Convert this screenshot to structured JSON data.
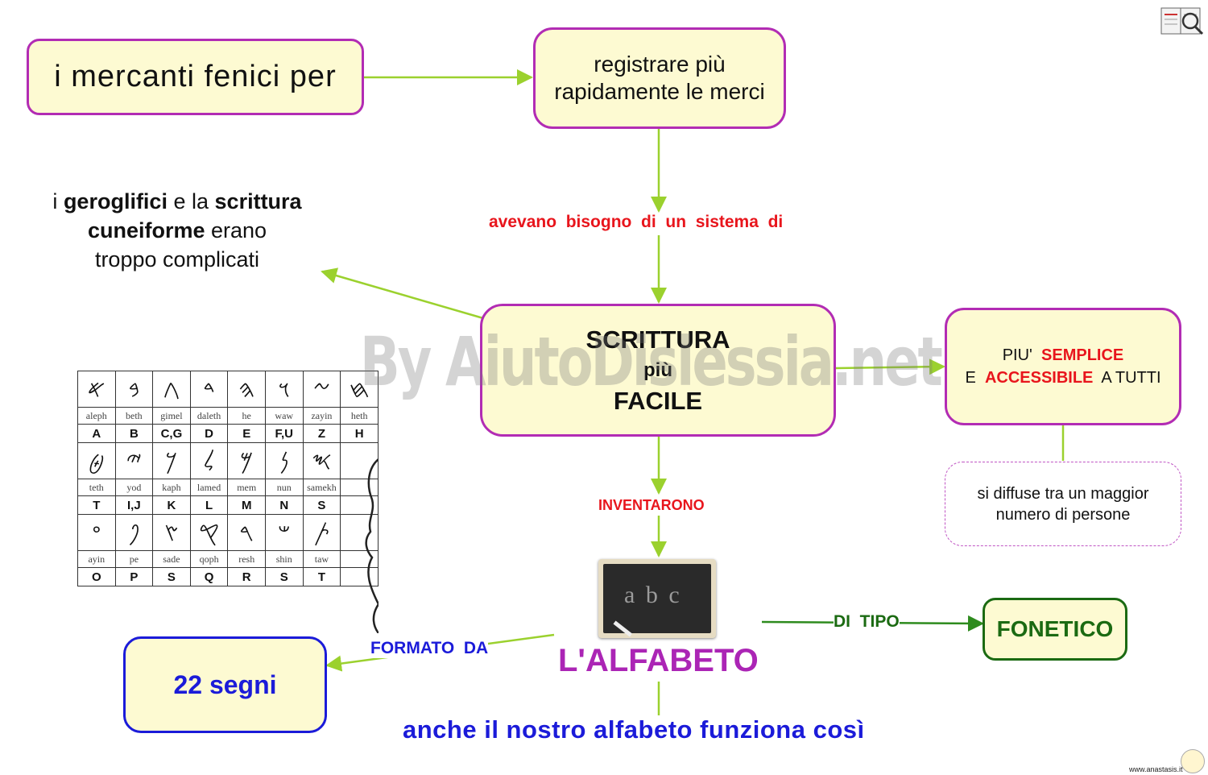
{
  "top_icon": "book-magnifier-icon",
  "nodes": {
    "merchants": "i mercanti fenici per",
    "register_1": "registrare più",
    "register_2": "rapidamente le merci",
    "writing_1": "SCRITTURA",
    "writing_2": "più",
    "writing_3": "FACILE",
    "simpler_prefix_1": "PIU'",
    "simpler_red_1": "SEMPLICE",
    "simpler_prefix_2": "E",
    "simpler_red_2": "ACCESSIBILE",
    "simpler_suffix_2": "A TUTTI",
    "spread_1": "si diffuse tra un maggior",
    "spread_2": "numero di persone",
    "alphabet": "L'ALFABETO",
    "signs": "22 segni",
    "phonetic": "FONETICO",
    "blackboard_text": "a b c",
    "bottom_note": "anche il nostro alfabeto funziona così"
  },
  "hieroglyphs": {
    "prefix": "i",
    "bold_1": "geroglifici",
    "mid_1": "e la",
    "bold_2": "scrittura",
    "bold_3": "cuneiforme",
    "mid_2": "erano",
    "line_3": "troppo complicati"
  },
  "edge_labels": {
    "needed": "avevano  bisogno  di  un  sistema  di",
    "invented": "INVENTARONO",
    "formed_by": "FORMATO  DA",
    "of_type": "DI  TIPO"
  },
  "watermark": "By AiutoDislessia.net",
  "footer": "www.anastasis.it",
  "colors": {
    "purple": "#b22cb4",
    "arrow_green": "#9bd12e",
    "red": "#e8151c",
    "blue": "#1b1bd9",
    "dark_green": "#1b6a12",
    "node_fill": "#fdfad2"
  },
  "phoenician_table": {
    "rows": [
      {
        "glyphs": [
          "𐤀",
          "𐤁",
          "𐤂",
          "𐤃",
          "𐤄",
          "𐤅",
          "𐤆",
          "𐤇"
        ],
        "names": [
          "aleph",
          "beth",
          "gimel",
          "daleth",
          "he",
          "waw",
          "zayin",
          "heth"
        ],
        "latin": [
          "A",
          "B",
          "C,G",
          "D",
          "E",
          "F,U",
          "Z",
          "H"
        ]
      },
      {
        "glyphs": [
          "𐤈",
          "𐤉",
          "𐤊",
          "𐤋",
          "𐤌",
          "𐤍",
          "𐤎",
          ""
        ],
        "names": [
          "teth",
          "yod",
          "kaph",
          "lamed",
          "mem",
          "nun",
          "samekh",
          ""
        ],
        "latin": [
          "T",
          "I,J",
          "K",
          "L",
          "M",
          "N",
          "S",
          ""
        ]
      },
      {
        "glyphs": [
          "𐤏",
          "𐤐",
          "𐤑",
          "𐤒",
          "𐤓",
          "𐤔",
          "𐤕",
          ""
        ],
        "names": [
          "ayin",
          "pe",
          "sade",
          "qoph",
          "resh",
          "shin",
          "taw",
          ""
        ],
        "latin": [
          "O",
          "P",
          "S",
          "Q",
          "R",
          "S",
          "T",
          ""
        ]
      }
    ]
  }
}
